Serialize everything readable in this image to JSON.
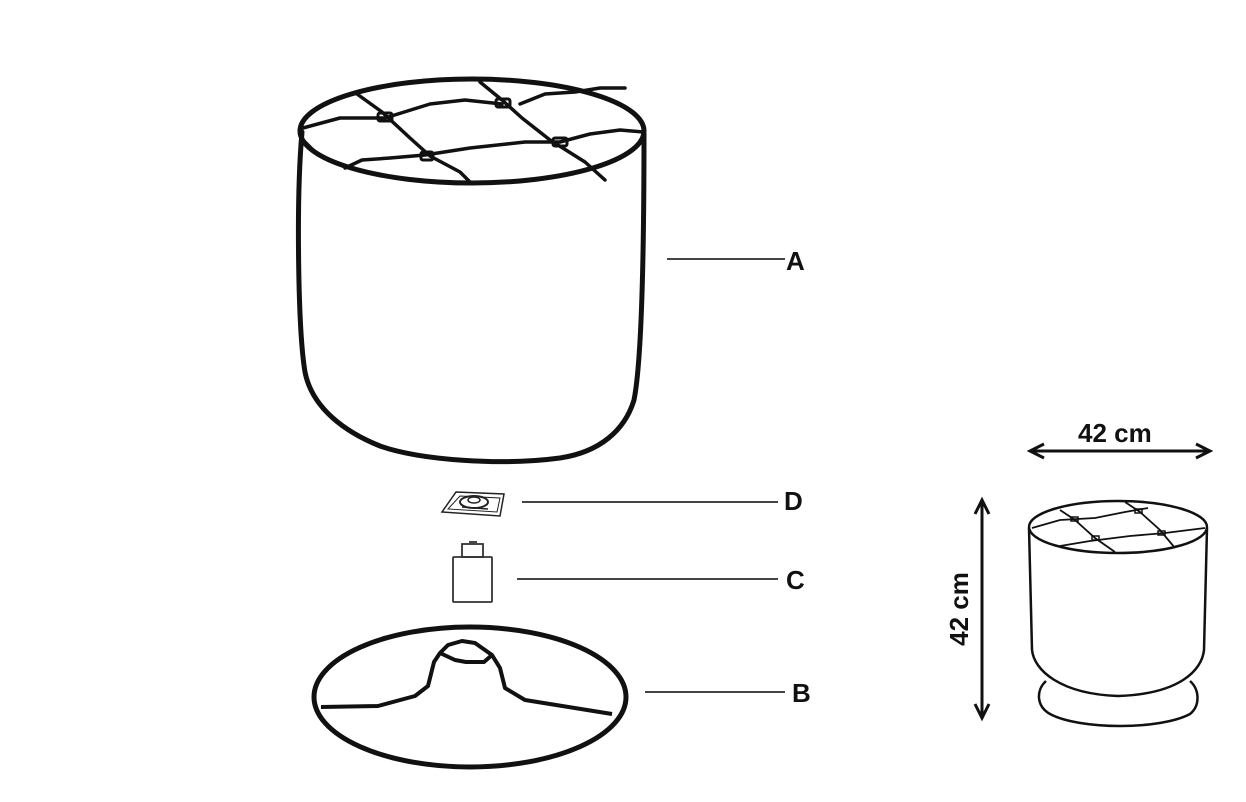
{
  "diagram": {
    "type": "assembly-parts-diagram",
    "subject": "tufted round pouffe / ottoman",
    "parts": [
      {
        "id": "A",
        "label": "A",
        "description": "tufted cylindrical seat body"
      },
      {
        "id": "D",
        "label": "D",
        "description": "mounting plate"
      },
      {
        "id": "C",
        "label": "C",
        "description": "connector / bolt housing"
      },
      {
        "id": "B",
        "label": "B",
        "description": "round base"
      }
    ],
    "dimensions": {
      "width": "42 cm",
      "height": "42 cm"
    },
    "colors": {
      "line": "#111111",
      "background": "#ffffff"
    }
  }
}
